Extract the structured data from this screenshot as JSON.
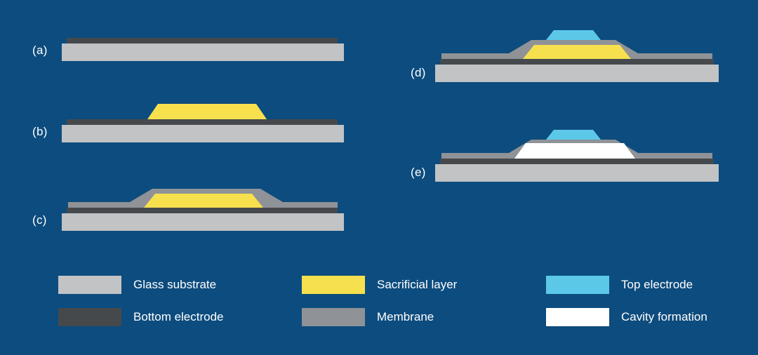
{
  "colors": {
    "background": "#0d4c7e",
    "glass_substrate": "#c2c3c5",
    "bottom_electrode": "#46494c",
    "sacrificial_layer": "#f6e04e",
    "membrane": "#8f9296",
    "top_electrode": "#5bc8e8",
    "cavity_formation": "#ffffff",
    "text": "#ffffff"
  },
  "steps": [
    {
      "label": "(a)"
    },
    {
      "label": "(b)"
    },
    {
      "label": "(c)"
    },
    {
      "label": "(d)"
    },
    {
      "label": "(e)"
    }
  ],
  "legend": {
    "items": [
      {
        "label": "Glass substrate"
      },
      {
        "label": "Bottom electrode"
      },
      {
        "label": "Sacrificial layer"
      },
      {
        "label": "Membrane"
      },
      {
        "label": "Top electrode"
      },
      {
        "label": "Cavity formation"
      }
    ]
  }
}
